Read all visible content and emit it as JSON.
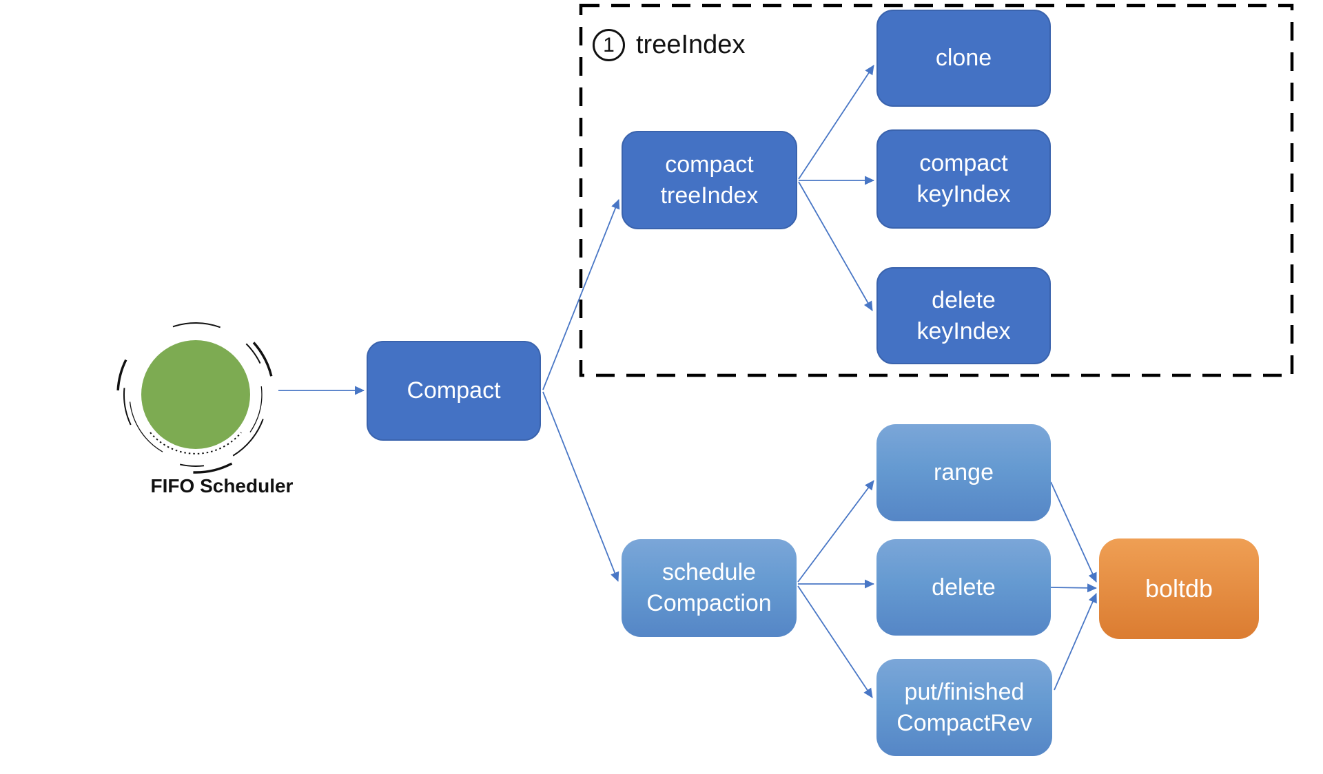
{
  "diagram": {
    "fifo": {
      "label": "FIFO Scheduler"
    },
    "group": {
      "number": "1",
      "label": "treeIndex"
    },
    "nodes": {
      "compact": {
        "label": "Compact"
      },
      "compact_treeindex": {
        "label": "compact\ntreeIndex"
      },
      "clone": {
        "label": "clone"
      },
      "compact_keyindex": {
        "label": "compact\nkeyIndex"
      },
      "delete_keyindex": {
        "label": "delete\nkeyIndex"
      },
      "schedule_compaction": {
        "label": "schedule\nCompaction"
      },
      "range": {
        "label": "range"
      },
      "delete": {
        "label": "delete"
      },
      "put_finished": {
        "label": "put/finished\nCompactRev"
      },
      "boltdb": {
        "label": "boltdb"
      }
    },
    "colors": {
      "dark_blue": "#4472c4",
      "dark_blue_border": "#3a63ad",
      "light_blue_top": "#7ba6d8",
      "light_blue_bottom": "#5586c6",
      "orange_top": "#ef9f54",
      "orange_bottom": "#db7c31",
      "green": "#7dab52",
      "arrow": "#4876c5"
    }
  }
}
